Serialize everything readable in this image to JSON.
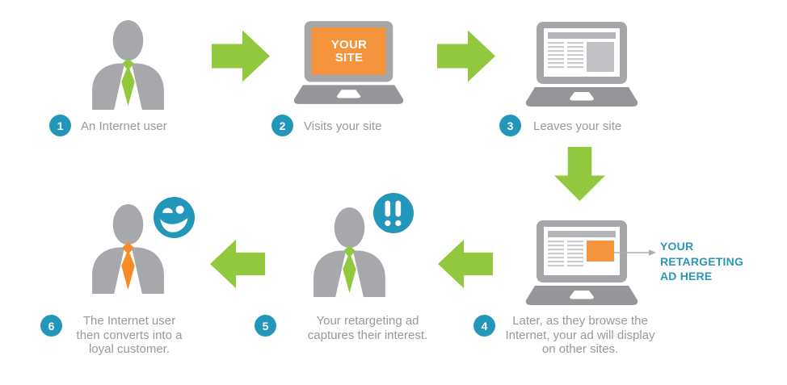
{
  "steps": [
    {
      "number": "1",
      "label": "An Internet user",
      "icon": "businessman-green-tie-icon"
    },
    {
      "number": "2",
      "label": "Visits your site",
      "icon": "laptop-your-site-icon",
      "screen_text": "YOUR\nSITE"
    },
    {
      "number": "3",
      "label": "Leaves your site",
      "icon": "laptop-webpage-icon"
    },
    {
      "number": "4",
      "label": "Later, as they browse the\nInternet, your ad will display\non other sites.",
      "icon": "laptop-webpage-ad-icon"
    },
    {
      "number": "5",
      "label": "Your retargeting ad\ncaptures their interest.",
      "icon": "businessman-exclamation-icon"
    },
    {
      "number": "6",
      "label": "The Internet user\nthen converts into a\nloyal customer.",
      "icon": "businessman-smiley-icon"
    }
  ],
  "callout": {
    "label": "YOUR\nRETARGETING\nAD HERE"
  },
  "colors": {
    "green": "#92C83E",
    "teal": "#2397BA",
    "teal-text": "#2B96BA",
    "orange": "#F5943C",
    "orange-tie": "#F68B28",
    "figure-gray": "#A6A8AB",
    "laptop-frame": "#A4A6A9",
    "laptop-base": "#94969A",
    "caption-gray": "#97999C",
    "wire-header": "#B4B6B9",
    "wire-line": "#C9CBCE",
    "wire-block": "#C0C2C5",
    "pointer-gray": "#ABADB0"
  }
}
